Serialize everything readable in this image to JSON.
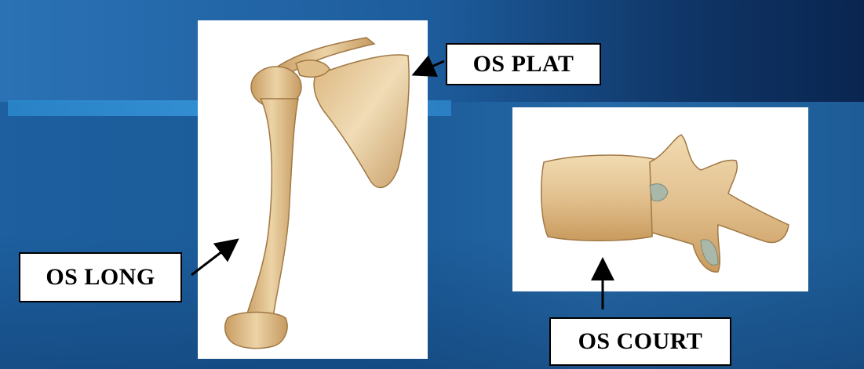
{
  "labels": {
    "flat_bone": "OS PLAT",
    "long_bone": "OS LONG",
    "short_bone": "OS COURT"
  },
  "colors": {
    "background": "#1d5f9f",
    "panel": "#ffffff",
    "bone": "#e2c08e",
    "bone_shadow": "#c59b63",
    "label_border": "#000000"
  }
}
